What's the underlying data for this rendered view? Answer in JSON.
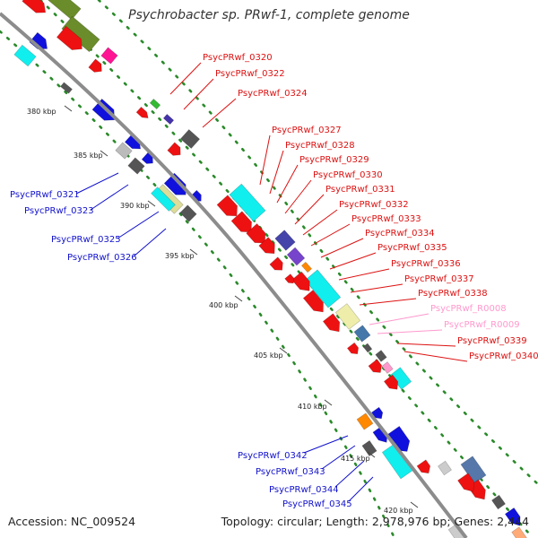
{
  "title": "Psychrobacter sp. PRwf-1, complete genome",
  "footer": {
    "accession": "Accession: NC_009524",
    "summary": "Topology: circular; Length: 2,978,976 bp; Genes: 2,444"
  },
  "colors": {
    "backbone": "#8c8c8c",
    "dots": "#2a8a2a",
    "red": "#ee1111",
    "blue": "#1111dd",
    "cyan": "#11eeee",
    "gray": "#555555",
    "rna": "#ff99cc"
  },
  "ticks": [
    "380 kbp",
    "385 kbp",
    "390 kbp",
    "395 kbp",
    "400 kbp",
    "405 kbp",
    "410 kbp",
    "415 kbp",
    "420 kbp"
  ],
  "labels_right": [
    {
      "text": "PsycPRwf_0320",
      "color": "#dd1111"
    },
    {
      "text": "PsycPRwf_0322",
      "color": "#dd1111"
    },
    {
      "text": "PsycPRwf_0324",
      "color": "#dd1111"
    },
    {
      "text": "PsycPRwf_0327",
      "color": "#dd1111"
    },
    {
      "text": "PsycPRwf_0328",
      "color": "#dd1111"
    },
    {
      "text": "PsycPRwf_0329",
      "color": "#dd1111"
    },
    {
      "text": "PsycPRwf_0330",
      "color": "#dd1111"
    },
    {
      "text": "PsycPRwf_0331",
      "color": "#dd1111"
    },
    {
      "text": "PsycPRwf_0332",
      "color": "#dd1111"
    },
    {
      "text": "PsycPRwf_0333",
      "color": "#dd1111"
    },
    {
      "text": "PsycPRwf_0334",
      "color": "#dd1111"
    },
    {
      "text": "PsycPRwf_0335",
      "color": "#dd1111"
    },
    {
      "text": "PsycPRwf_0336",
      "color": "#dd1111"
    },
    {
      "text": "PsycPRwf_0337",
      "color": "#dd1111"
    },
    {
      "text": "PsycPRwf_0338",
      "color": "#dd1111"
    },
    {
      "text": "PsycPRwf_R0008",
      "color": "#ff99cc"
    },
    {
      "text": "PsycPRwf_R0009",
      "color": "#ff99cc"
    },
    {
      "text": "PsycPRwf_0339",
      "color": "#dd1111"
    },
    {
      "text": "PsycPRwf_0340",
      "color": "#dd1111"
    }
  ],
  "labels_left": [
    {
      "text": "PsycPRwf_0321",
      "color": "#1111cc"
    },
    {
      "text": "PsycPRwf_0323",
      "color": "#1111cc"
    },
    {
      "text": "PsycPRwf_0325",
      "color": "#1111cc"
    },
    {
      "text": "PsycPRwf_0326",
      "color": "#1111cc"
    },
    {
      "text": "PsycPRwf_0342",
      "color": "#1111cc"
    },
    {
      "text": "PsycPRwf_0343",
      "color": "#1111cc"
    },
    {
      "text": "PsycPRwf_0344",
      "color": "#1111cc"
    },
    {
      "text": "PsycPRwf_0345",
      "color": "#1111cc"
    }
  ]
}
